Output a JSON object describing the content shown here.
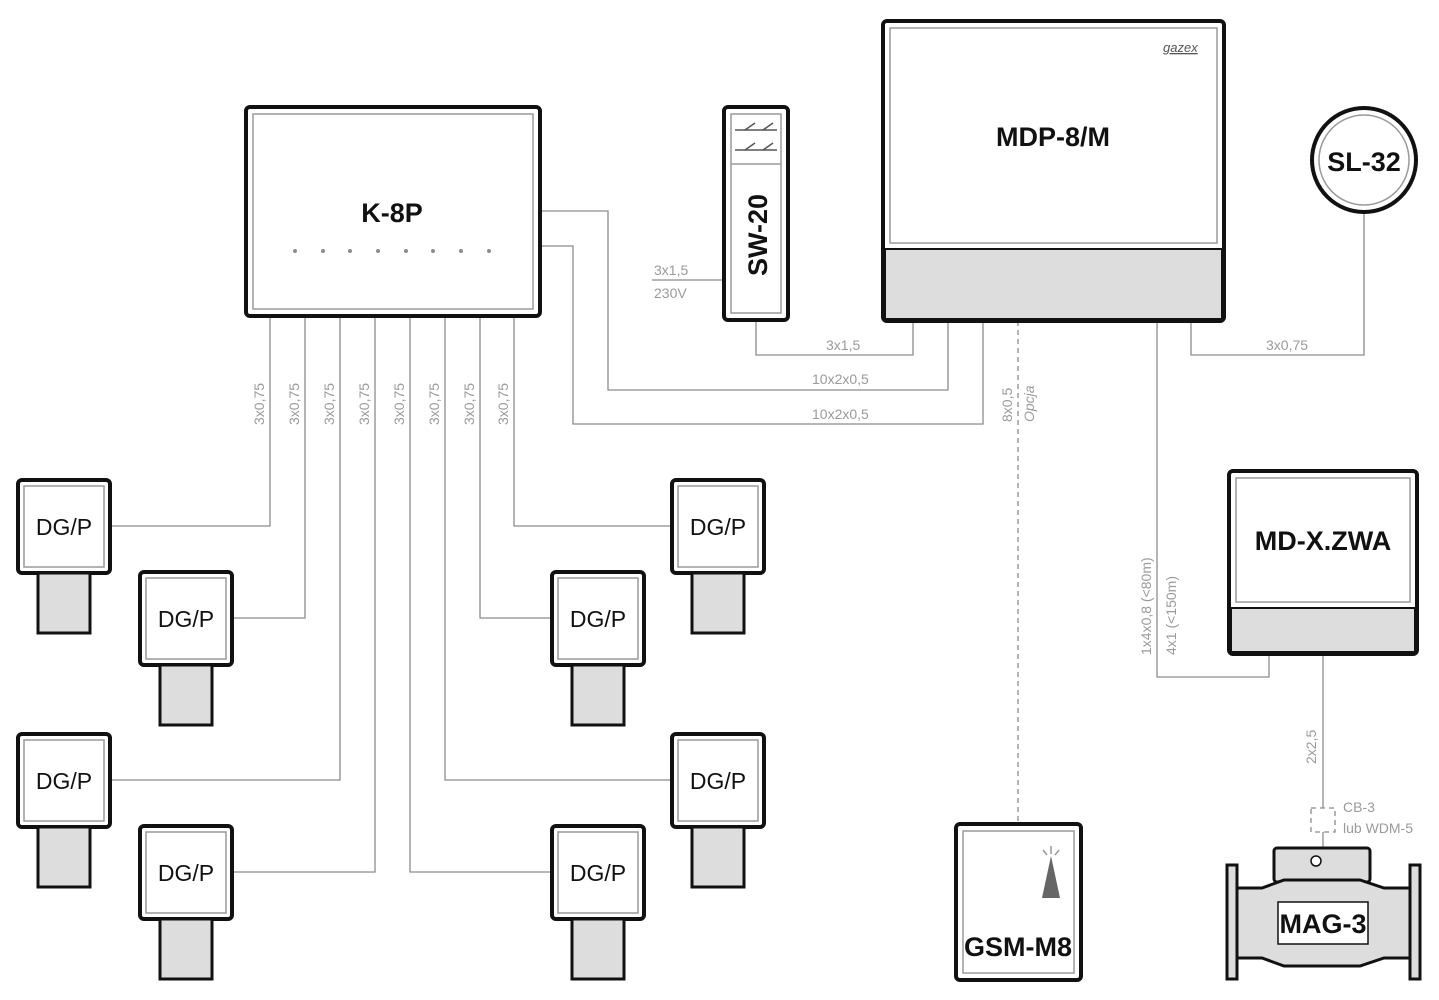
{
  "devices": {
    "controller": "K-8P",
    "switch": "SW-20",
    "module": "MDP-8/M",
    "module_brand": "gazex",
    "signaller": "SL-32",
    "alarm_module": "MD-X.ZWA",
    "gsm": "GSM-M8",
    "valve": "MAG-3",
    "detector": "DG/P"
  },
  "cables": {
    "det": "3x0,75",
    "supply_a": "3x1,5",
    "supply_b": "230V",
    "sw_to_mdp": "3x1,5",
    "bus1": "10x2x0,5",
    "bus2": "10x2x0,5",
    "mdp_to_sl": "3x0,75",
    "gsm_a": "8x0,5",
    "gsm_b": "Opcja",
    "zwa_a": "1x4x0,8 (<80m)",
    "zwa_b": "4x1 (<150m)",
    "valve": "2x2,5",
    "box_a": "CB-3",
    "box_b": "lub WDM-5"
  },
  "colors": {
    "outline": "#111111",
    "wire": "#8c8c8c",
    "fill_gray": "#dddddd"
  }
}
